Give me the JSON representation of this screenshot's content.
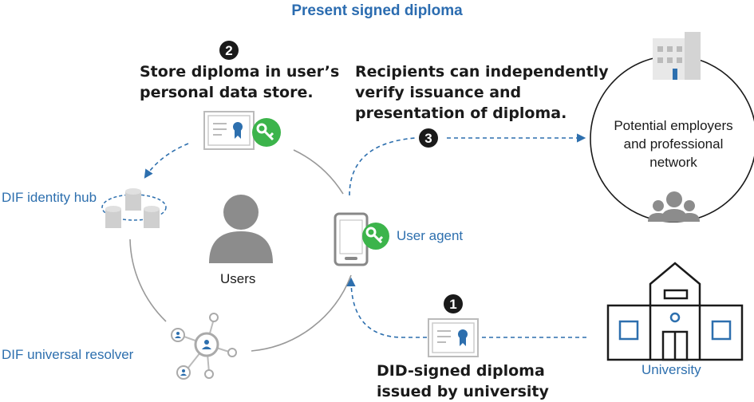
{
  "title": "Present signed diploma",
  "steps": {
    "step1": {
      "number": "1",
      "line1": "DID-signed diploma",
      "line2": "issued by university"
    },
    "step2": {
      "number": "2",
      "line1": "Store diploma in user’s",
      "line2": "personal data store."
    },
    "step3": {
      "number": "3",
      "line1": "Recipients can independently",
      "line2": "verify issuance and",
      "line3": "presentation of diploma."
    }
  },
  "nodes": {
    "identity_hub": "DIF identity hub",
    "universal_resolver": "DIF universal resolver",
    "users": "Users",
    "user_agent": "User agent",
    "university": "University",
    "employers": {
      "line1": "Potential employers",
      "line2": "and professional",
      "line3": "network"
    }
  },
  "colors": {
    "blue": "#2d6fae",
    "title_blue": "#2b6cb0",
    "green": "#3cb44b",
    "gray": "#999999",
    "dark": "#1a1a1a"
  }
}
